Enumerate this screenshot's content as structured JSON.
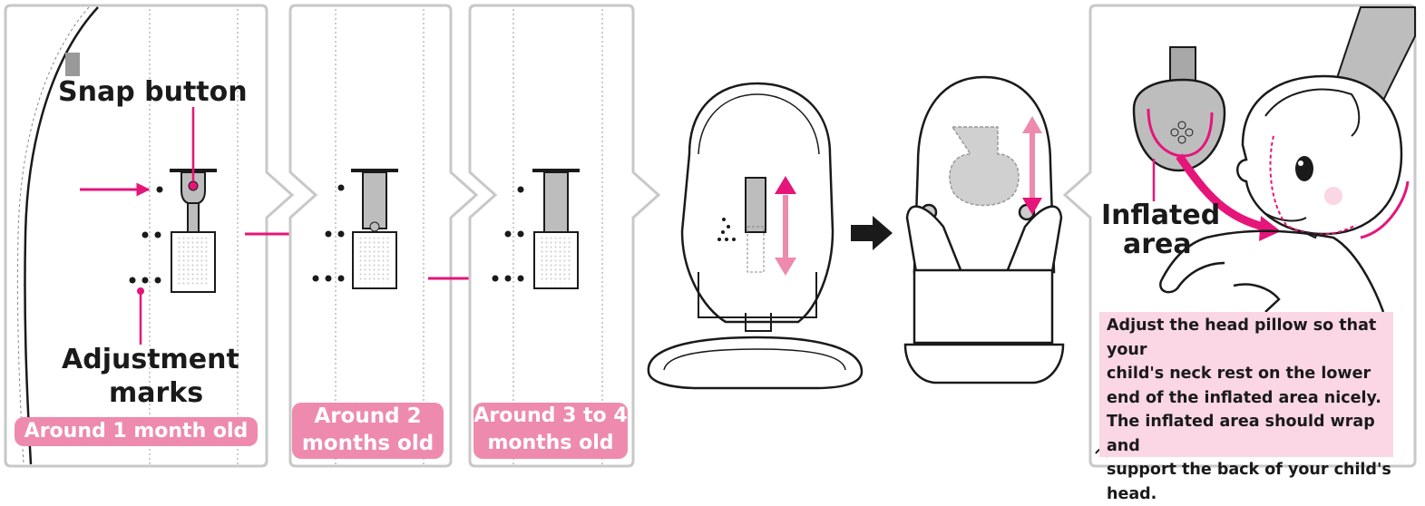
{
  "labels": {
    "snap_button": "Snap button",
    "adjustment_marks_line1": "Adjustment",
    "adjustment_marks_line2": "marks",
    "inflated_area_line1": "Inflated",
    "inflated_area_line2": "area"
  },
  "badges": {
    "month1": "Around 1 month old",
    "month2_line1": "Around 2",
    "month2_line2": "months old",
    "month34_line1": "Around 3 to 4",
    "month34_line2": "months old"
  },
  "instruction": {
    "line1": "Adjust the head pillow so that your",
    "line2": "child's neck rest on the lower",
    "line3": "end of the inflated area nicely.",
    "line4": "The inflated area should wrap and",
    "line5": "support the back of your child's",
    "line6": "head."
  },
  "colors": {
    "accent": "#e5157a",
    "badge": "#ee8aae",
    "note_bg": "#fbd6e4",
    "outline": "#1a1a1a",
    "panel_border": "#c8c8c8"
  }
}
